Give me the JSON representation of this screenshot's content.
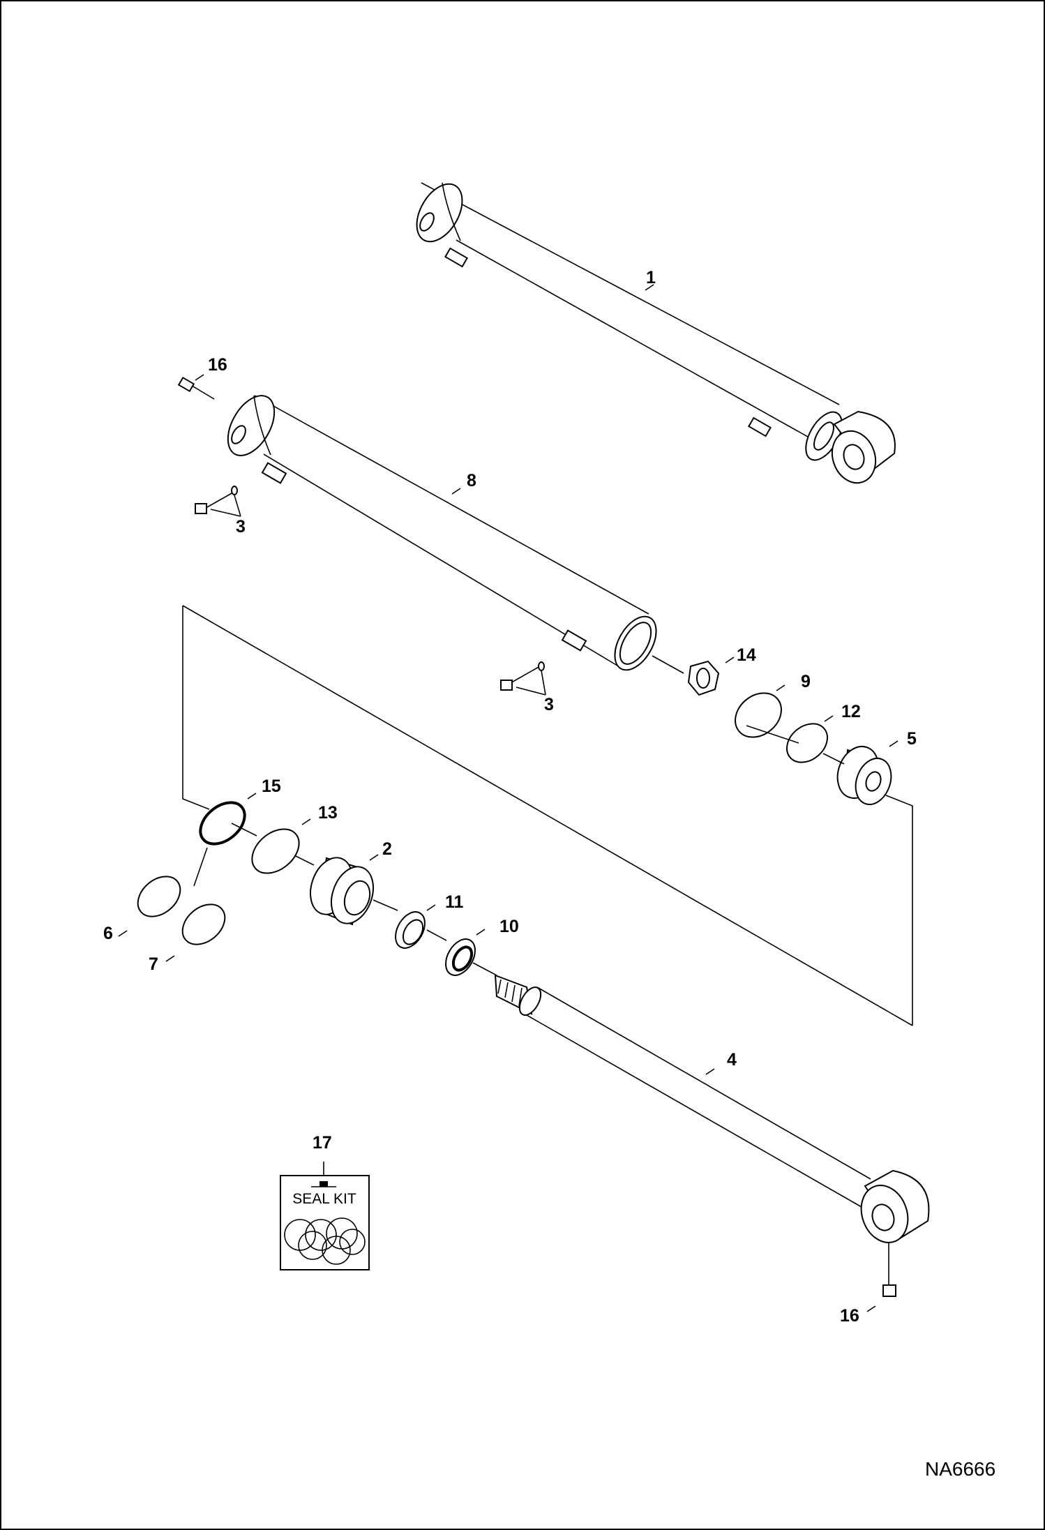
{
  "figure_code": "NA6666",
  "seal_kit": {
    "label": "SEAL KIT"
  },
  "callouts": {
    "c1": "1",
    "c2": "2",
    "c3a": "3",
    "c3b": "3",
    "c4": "4",
    "c5": "5",
    "c6": "6",
    "c7": "7",
    "c8": "8",
    "c9": "9",
    "c10": "10",
    "c11": "11",
    "c12": "12",
    "c13": "13",
    "c14": "14",
    "c15": "15",
    "c16a": "16",
    "c16b": "16",
    "c17": "17"
  }
}
